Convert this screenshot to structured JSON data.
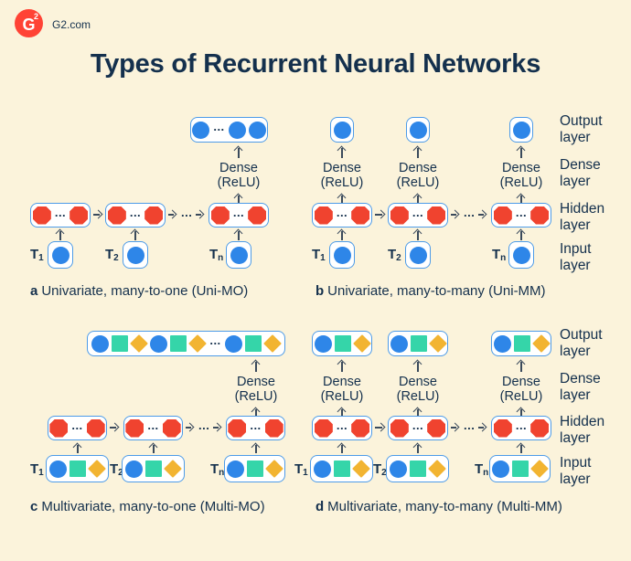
{
  "brand": {
    "logo_g": "G",
    "logo_2": "2",
    "name": "G2.com"
  },
  "title": "Types of Recurrent Neural Networks",
  "shared": {
    "dense": "Dense",
    "relu": "(ReLU)",
    "node_dots": "...",
    "link_dots": "...",
    "t1": {
      "base": "T",
      "sub": "1"
    },
    "t2": {
      "base": "T",
      "sub": "2"
    },
    "tn": {
      "base": "T",
      "sub": "n"
    }
  },
  "layer_labels": {
    "output": "Output layer",
    "dense": "Dense layer",
    "hidden": "Hidden layer",
    "input": "Input layer"
  },
  "captions": {
    "a_letter": "a",
    "a_text": "Univariate, many-to-one (Uni-MO)",
    "b_letter": "b",
    "b_text": "Univariate, many-to-many (Uni-MM)",
    "c_letter": "c",
    "c_text": "Multivariate, many-to-one (Multi-MO)",
    "d_letter": "d",
    "d_text": "Multivariate, many-to-many (Multi-MM)"
  },
  "colors": {
    "background": "#FBF3DB",
    "navy": "#14304D",
    "node_blue": "#2E86E8",
    "node_red": "#F0432F",
    "node_teal": "#35D5A9",
    "node_yellow": "#F2B431",
    "box_border": "#4D9BE8",
    "arrow": "#3A4A5C",
    "logo_red": "#FF4335"
  }
}
